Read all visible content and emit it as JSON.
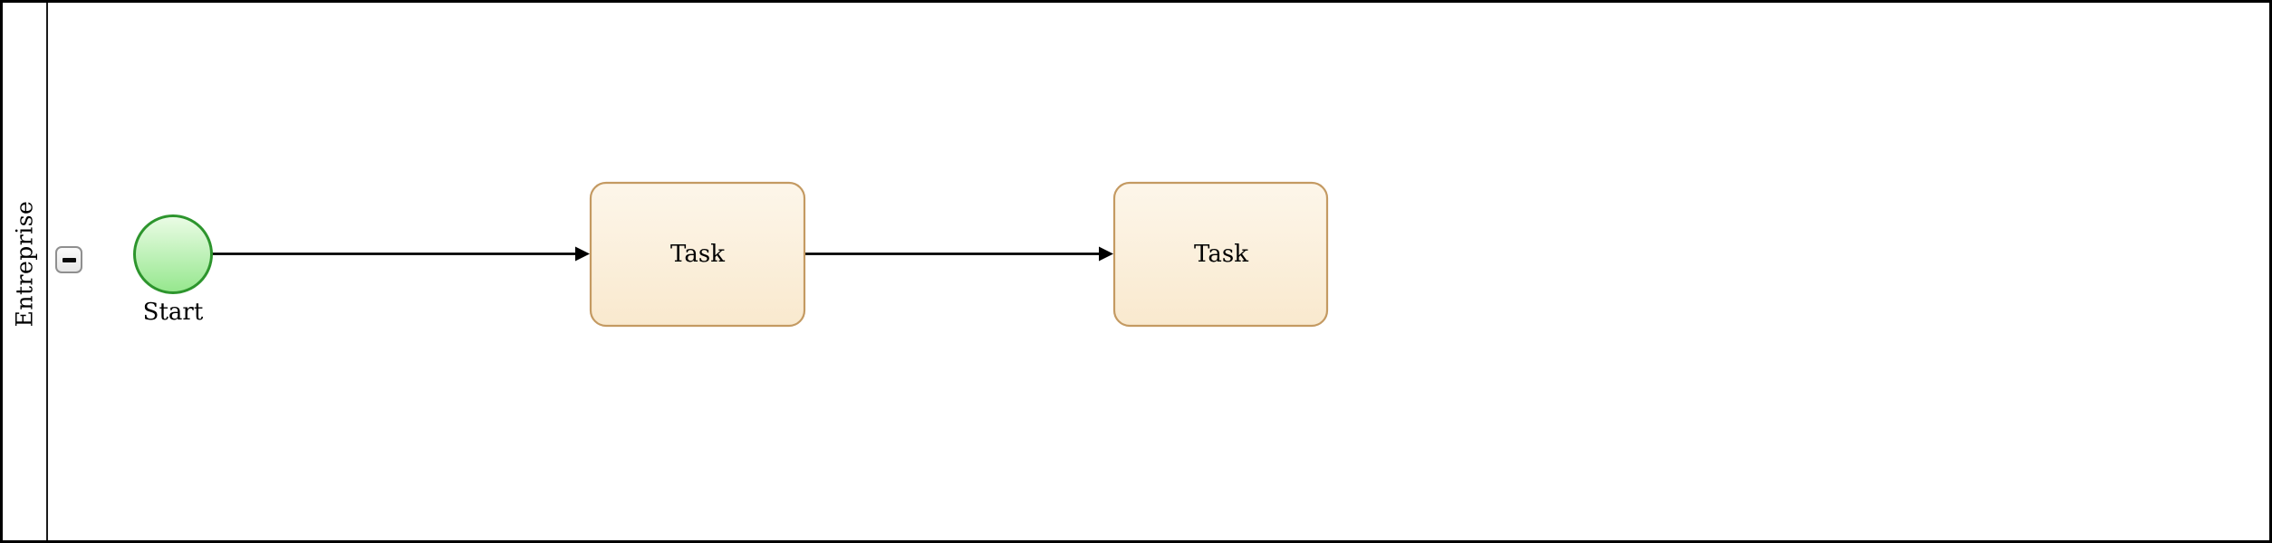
{
  "pool": {
    "lane_label": "Entreprise",
    "collapse_button": {
      "icon": "minus",
      "symbol": "−"
    }
  },
  "nodes": [
    {
      "id": "start",
      "type": "start-event",
      "shape": "circle",
      "label": "Start"
    },
    {
      "id": "task-1",
      "type": "task",
      "shape": "rounded-rect",
      "label": "Task"
    },
    {
      "id": "task-2",
      "type": "task",
      "shape": "rounded-rect",
      "label": "Task"
    }
  ],
  "edges": [
    {
      "from": "start",
      "to": "task-1",
      "type": "sequence-flow"
    },
    {
      "from": "task-1",
      "to": "task-2",
      "type": "sequence-flow"
    }
  ],
  "colors": {
    "start_fill_top": "#ebfce6",
    "start_fill_bottom": "#95e78d",
    "start_stroke": "#2d952d",
    "task_fill_top": "#fdf6ea",
    "task_fill_bottom": "#f9e9ce",
    "task_stroke": "#c49a62",
    "edge": "#000000",
    "pool_border": "#000000"
  }
}
